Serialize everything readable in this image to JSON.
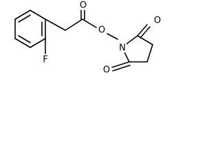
{
  "molecule": {
    "atoms": {
      "carbonyl_oxygen": "O",
      "ester_oxygen": "O",
      "imide_nitrogen": "N",
      "imide_oxygen_top": "O",
      "imide_oxygen_bottom": "O",
      "fluorine": "F"
    }
  }
}
